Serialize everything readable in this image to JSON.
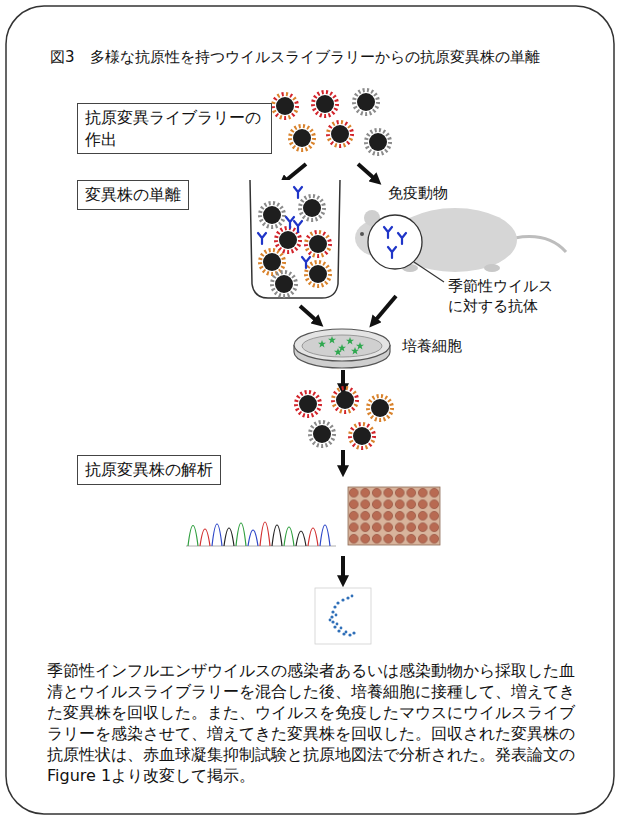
{
  "diagram": {
    "title": "図3　多様な抗原性を持つウイルスライブラリーからの抗原変異株の単離",
    "caption": "季節性インフルエンザウイルスの感染者あるいは感染動物から採取した血清とウイルスライブラリーを混合した後、培養細胞に接種して、増えてきた変異株を回収した。また、ウイルスを免疫したマウスにウイルスライブラリーを感染させて、増えてきた変異株を回収した。回収された変異株の抗原性状は、赤血球凝集抑制試験と抗原地図法で分析された。発表論文のFigure 1より改変して掲示。",
    "nodes": [
      {
        "text": [
          "抗原変異ライブラリーの作出"
        ]
      },
      {
        "text": [
          "変異株の単離"
        ]
      },
      {
        "text": [
          "抗原変異株の解析"
        ]
      }
    ],
    "labels": [
      "免疫動物",
      "季節性ウイルスに対する抗体",
      "培養細胞"
    ]
  }
}
